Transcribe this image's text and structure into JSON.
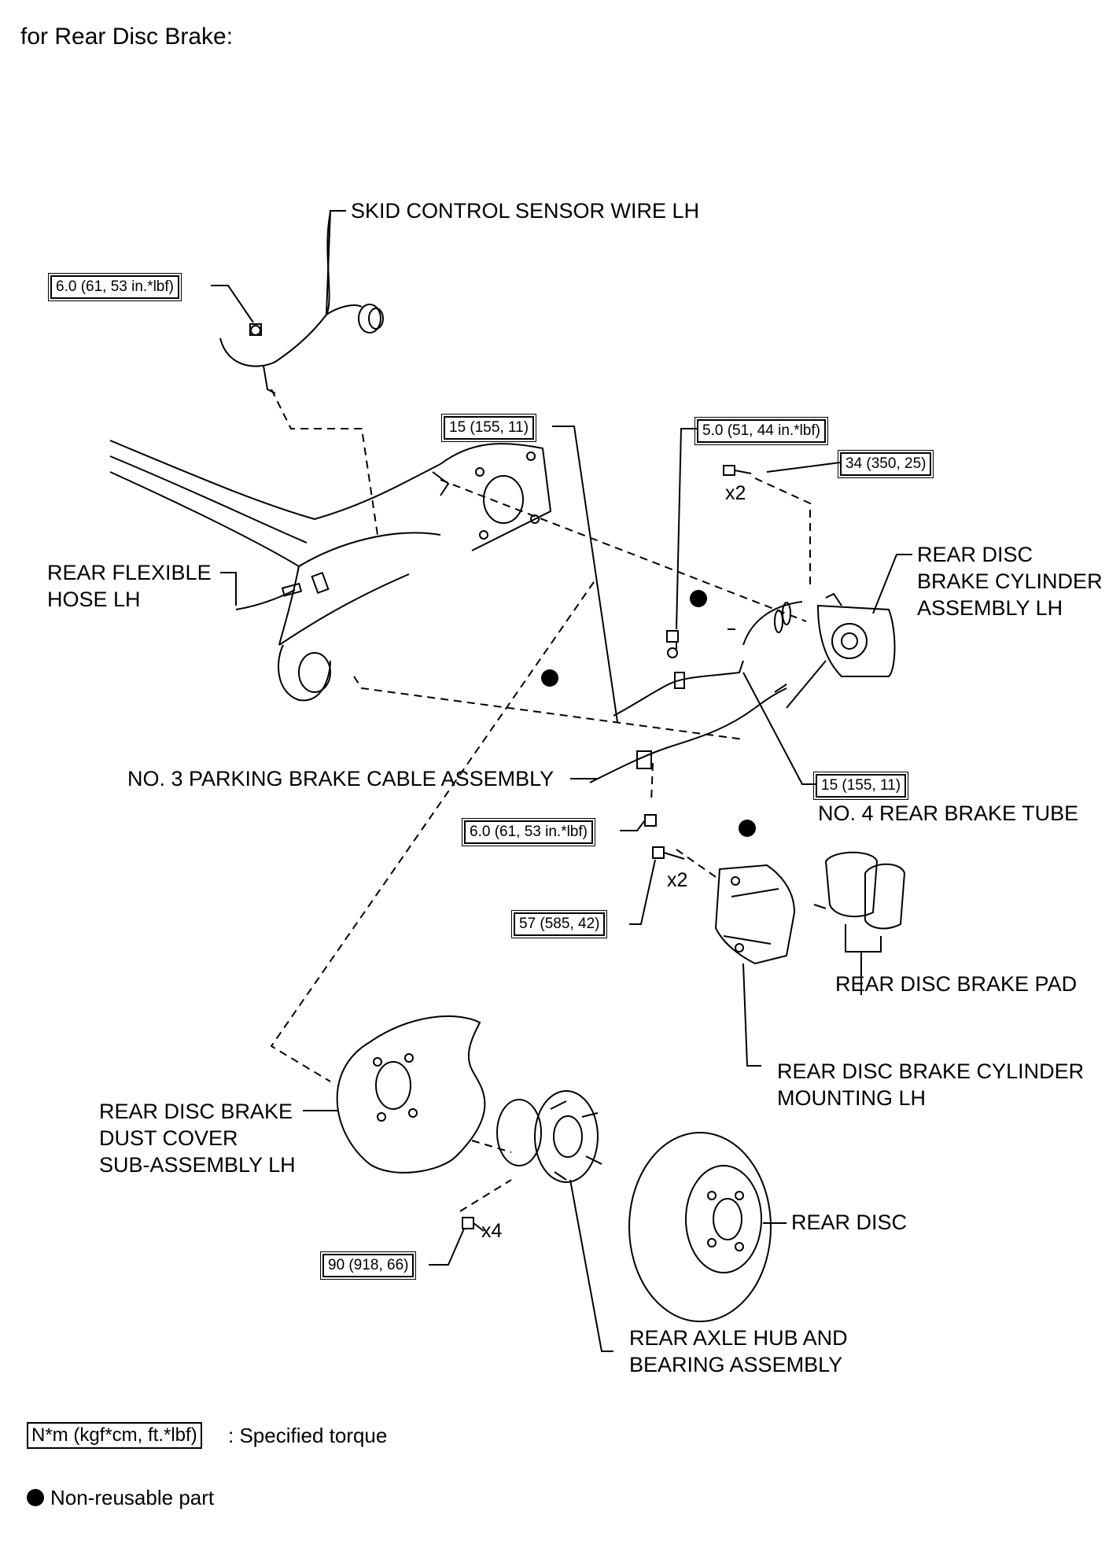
{
  "heading": "for Rear Disc Brake:",
  "torques": {
    "t1": "6.0 (61, 53 in.*lbf)",
    "t2": "15 (155, 11)",
    "t3": "5.0 (51, 44 in.*lbf)",
    "t4": "34 (350, 25)",
    "t5": "15 (155, 11)",
    "t6": "6.0 (61, 53 in.*lbf)",
    "t7": "57 (585, 42)",
    "t8": "90 (918, 66)"
  },
  "counts": {
    "c1": "x2",
    "c2": "x2",
    "c3": "x4"
  },
  "labels": {
    "skid_sensor": "SKID CONTROL SENSOR WIRE LH",
    "flex_hose": "REAR FLEXIBLE\nHOSE LH",
    "cylinder_assy": "REAR DISC\nBRAKE CYLINDER\nASSEMBLY LH",
    "parking_cable": "NO. 3 PARKING BRAKE CABLE ASSEMBLY",
    "brake_tube": "NO. 4 REAR BRAKE TUBE",
    "brake_pad": "REAR DISC BRAKE PAD",
    "cyl_mounting": "REAR DISC BRAKE CYLINDER\nMOUNTING LH",
    "dust_cover": "REAR DISC BRAKE\nDUST COVER\nSUB-ASSEMBLY LH",
    "rear_disc": "REAR DISC",
    "axle_hub": "REAR AXLE HUB AND\nBEARING ASSEMBLY"
  },
  "legend": {
    "torque_box": "N*m (kgf*cm, ft.*lbf)",
    "torque_text": ": Specified torque",
    "nonreusable_text": "Non-reusable part"
  }
}
